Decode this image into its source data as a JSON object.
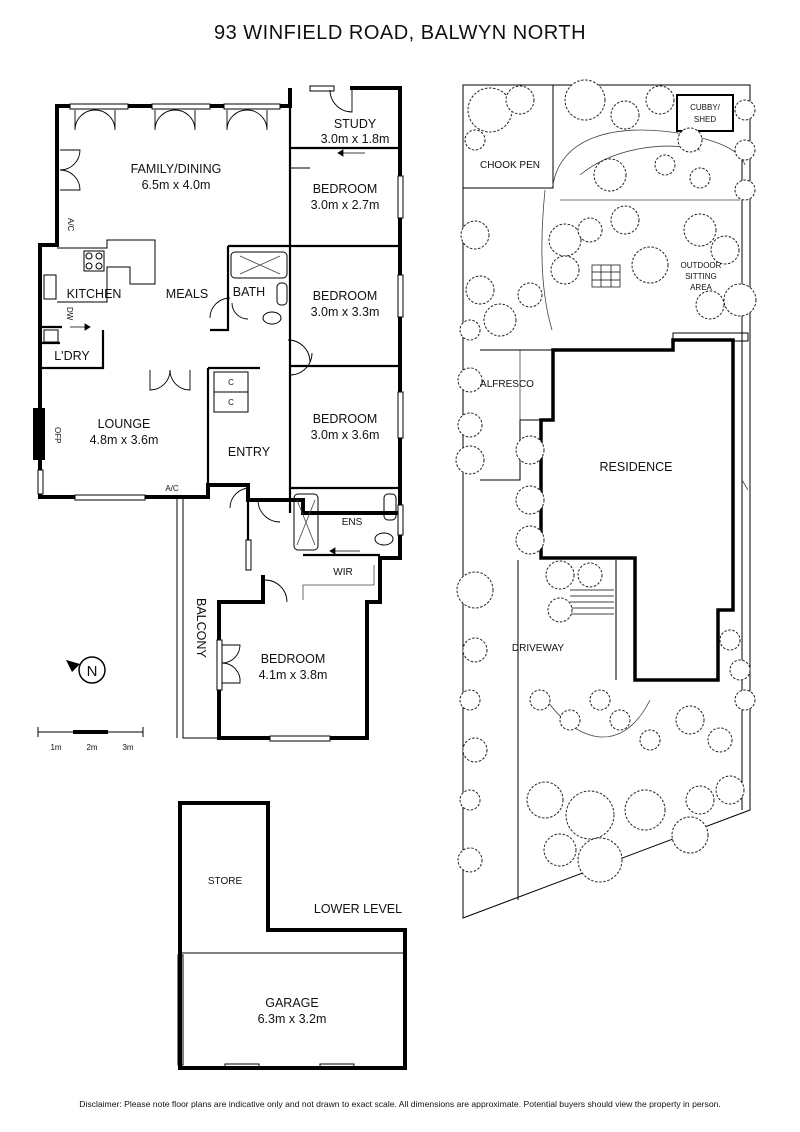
{
  "header": {
    "title": "93 WINFIELD ROAD, BALWYN NORTH"
  },
  "rooms": {
    "study": {
      "name": "STUDY",
      "size": "3.0m x 1.8m"
    },
    "family_dining": {
      "name": "FAMILY/DINING",
      "size": "6.5m x 4.0m"
    },
    "bedroom1": {
      "name": "BEDROOM",
      "size": "3.0m x 2.7m"
    },
    "bedroom2": {
      "name": "BEDROOM",
      "size": "3.0m x 3.3m"
    },
    "bedroom3": {
      "name": "BEDROOM",
      "size": "3.0m x 3.6m"
    },
    "bedroom4": {
      "name": "BEDROOM",
      "size": "4.1m x 3.8m"
    },
    "kitchen": {
      "name": "KITCHEN"
    },
    "meals": {
      "name": "MEALS"
    },
    "bath": {
      "name": "BATH"
    },
    "laundry": {
      "name": "L'DRY"
    },
    "lounge": {
      "name": "LOUNGE",
      "size": "4.8m x 3.6m"
    },
    "entry": {
      "name": "ENTRY"
    },
    "ens": {
      "name": "ENS"
    },
    "wir": {
      "name": "WIR"
    },
    "balcony": {
      "name": "BALCONY"
    },
    "store": {
      "name": "STORE"
    },
    "garage": {
      "name": "GARAGE",
      "size": "6.3m x 3.2m"
    }
  },
  "fixtures": {
    "ac_top": "A/C",
    "ac_bottom": "A/C",
    "dw": "DW",
    "cupboard1": "C",
    "cupboard2": "C",
    "ofp": "OFP"
  },
  "level_label": "LOWER LEVEL",
  "compass": {
    "letter": "N"
  },
  "scale": {
    "labels": [
      "1m",
      "2m",
      "3m"
    ]
  },
  "site": {
    "chook_pen": "CHOOK PEN",
    "cubby_line1": "CUBBY/",
    "cubby_line2": "SHED",
    "outdoor_line1": "OUTDOOR",
    "outdoor_line2": "SITTING",
    "outdoor_line3": "AREA",
    "alfresco": "ALFRESCO",
    "residence": "RESIDENCE",
    "driveway": "DRIVEWAY"
  },
  "footer": {
    "disclaimer": "Disclaimer: Please note floor plans are indicative only and not drawn to exact scale. All dimensions are approximate. Potential buyers should view the property in person."
  }
}
